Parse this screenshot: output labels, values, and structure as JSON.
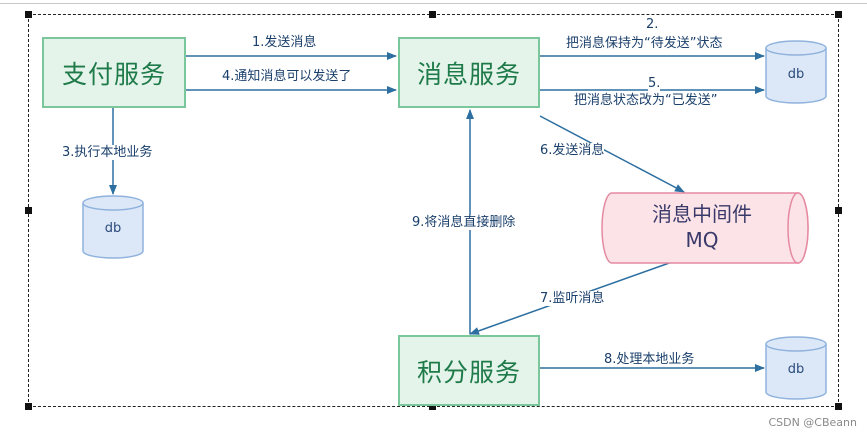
{
  "nodes": {
    "payment_service": "支付服务",
    "message_service": "消息服务",
    "points_service": "积分服务",
    "mq_line1": "消息中间件",
    "mq_line2": "MQ",
    "db": "db"
  },
  "edges": {
    "step1": "1.发送消息",
    "step2_num": "2.",
    "step2_text": "把消息保持为“待发送”状态",
    "step3": "3.执行本地业务",
    "step4": "4.通知消息可以发送了",
    "step5_num": "5.",
    "step5_text": "把消息状态改为“已发送”",
    "step6": "6.发送消息",
    "step7": "7.监听消息",
    "step8": "8.处理本地业务",
    "step9": "9.将消息直接删除"
  },
  "watermark": "CSDN @CBeann",
  "colors": {
    "service_fill": "#e4f4ea",
    "service_border": "#79c79a",
    "service_text": "#1f7a4a",
    "db_fill": "#dce8f7",
    "db_stroke": "#8fb2dd",
    "mq_fill": "#fbe3e8",
    "mq_stroke": "#e58aa0",
    "arrow": "#2d6fa0"
  }
}
